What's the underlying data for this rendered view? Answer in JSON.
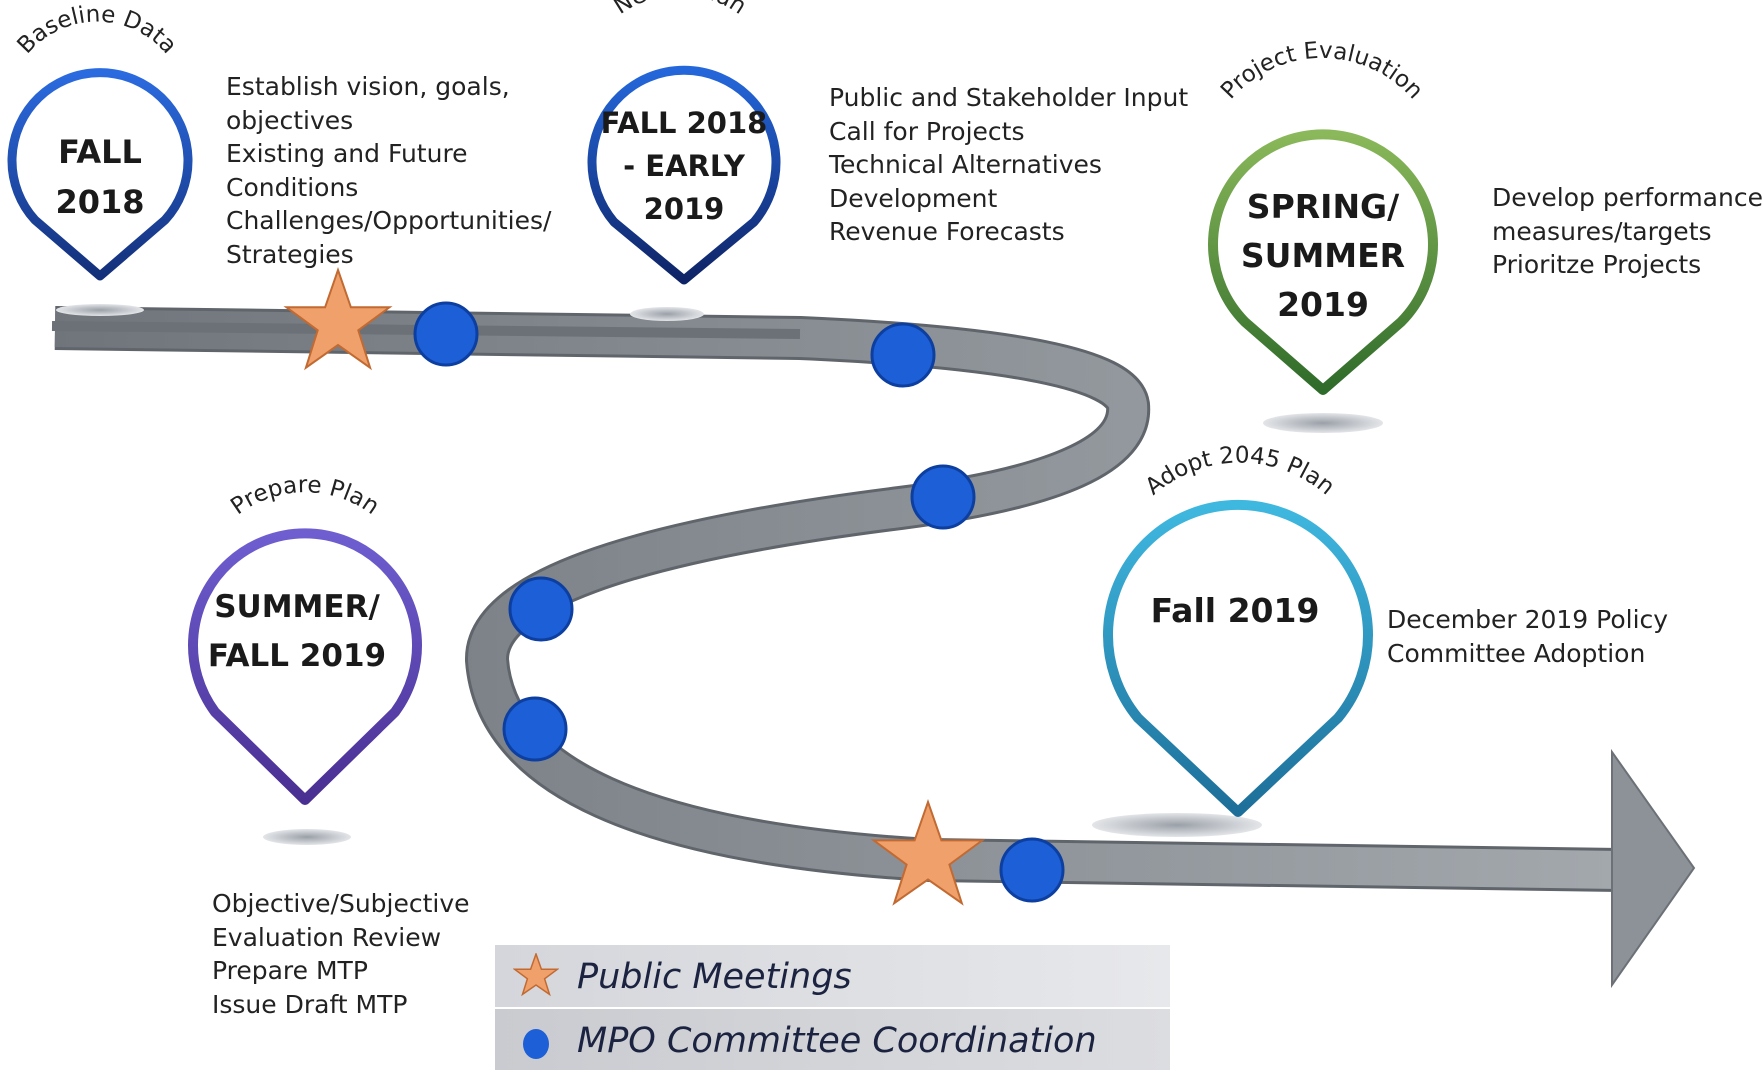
{
  "milestones": [
    {
      "title": "Baseline Data",
      "period_lines": [
        "FALL",
        "2018"
      ],
      "description": [
        "Establish vision, goals,",
        "objectives",
        "Existing and Future",
        "Conditions",
        "Challenges/Opportunities/",
        "Strategies"
      ],
      "color": "#1f4fb8"
    },
    {
      "title": "Needs Plan",
      "period_lines": [
        "FALL 2018",
        "- EARLY",
        "2019"
      ],
      "description": [
        "Public and Stakeholder Input",
        "Call for Projects",
        "Technical Alternatives",
        "Development",
        "Revenue Forecasts"
      ],
      "color": "#1a3fa0"
    },
    {
      "title": "Project Evaluation",
      "period_lines": [
        "SPRING/",
        "SUMMER",
        "2019"
      ],
      "description": [
        "Develop performance",
        "measures/targets",
        "Prioritze Projects"
      ],
      "color": "#5f9a3a"
    },
    {
      "title": "Prepare Plan",
      "period_lines": [
        "SUMMER/",
        "FALL 2019"
      ],
      "description": [
        "Objective/Subjective",
        "Evaluation Review",
        "Prepare MTP",
        "Issue Draft MTP"
      ],
      "color": "#5a49b5"
    },
    {
      "title": "Adopt 2045 Plan",
      "period_lines": [
        "Fall 2019"
      ],
      "description": [
        "December 2019 Policy",
        "Committee Adoption"
      ],
      "color": "#2aa3cf"
    }
  ],
  "legend": {
    "public_meetings": "Public Meetings",
    "mpo_coordination": "MPO Committee Coordination"
  },
  "colors": {
    "road": "#8d9298",
    "road_edge": "#5f656b",
    "star": "#f0a06a",
    "star_edge": "#c26a32",
    "dot": "#1d5fd6",
    "dot_edge": "#0d3fa0"
  }
}
